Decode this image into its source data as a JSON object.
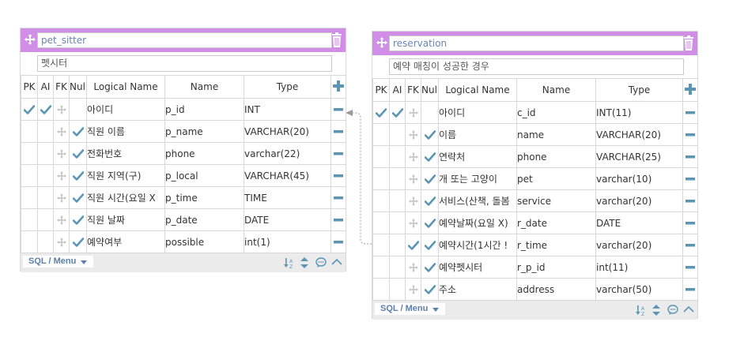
{
  "colors": {
    "title_bar": "#d08ee6",
    "accent": "#5a96b4",
    "gray_icon": "#bdbdbd",
    "footer_text": "#5c7fab",
    "panel_bg": "#ebebeb"
  },
  "headers": {
    "pk": "PK",
    "ai": "AI",
    "fk": "FK",
    "null": "Null",
    "logical": "Logical Name",
    "name": "Name",
    "type": "Type"
  },
  "tables": [
    {
      "name": "pet_sitter",
      "comment": "펫시터",
      "footer": {
        "sql_label": "SQL / Menu"
      },
      "rows": [
        {
          "pk": true,
          "ai": true,
          "fk": false,
          "null": false,
          "logical": "아이디",
          "name": "p_id",
          "type": "INT"
        },
        {
          "pk": false,
          "ai": false,
          "fk": false,
          "null": true,
          "logical": "직원 이름",
          "name": "p_name",
          "type": "VARCHAR(20)"
        },
        {
          "pk": false,
          "ai": false,
          "fk": false,
          "null": true,
          "logical": "전화번호",
          "name": "phone",
          "type": "varchar(22)"
        },
        {
          "pk": false,
          "ai": false,
          "fk": false,
          "null": true,
          "logical": "직원 지역(구)",
          "name": "p_local",
          "type": "VARCHAR(45)"
        },
        {
          "pk": false,
          "ai": false,
          "fk": false,
          "null": true,
          "logical": "직원 시간(요일 X",
          "name": "p_time",
          "type": "TIME"
        },
        {
          "pk": false,
          "ai": false,
          "fk": false,
          "null": true,
          "logical": "직원 날짜",
          "name": "p_date",
          "type": "DATE"
        },
        {
          "pk": false,
          "ai": false,
          "fk": false,
          "null": true,
          "logical": "예약여부",
          "name": "possible",
          "type": "int(1)"
        }
      ]
    },
    {
      "name": "reservation",
      "comment": "예약 매칭이 성공한 경우",
      "footer": {
        "sql_label": "SQL / Menu"
      },
      "rows": [
        {
          "pk": true,
          "ai": true,
          "fk": false,
          "null": false,
          "logical": "아이디",
          "name": "c_id",
          "type": "INT(11)"
        },
        {
          "pk": false,
          "ai": false,
          "fk": false,
          "null": true,
          "logical": "이름",
          "name": "name",
          "type": "VARCHAR(20)"
        },
        {
          "pk": false,
          "ai": false,
          "fk": false,
          "null": true,
          "logical": "연락처",
          "name": "phone",
          "type": "VARCHAR(25)"
        },
        {
          "pk": false,
          "ai": false,
          "fk": false,
          "null": true,
          "logical": "개 또는 고양이",
          "name": "pet",
          "type": "varchar(10)"
        },
        {
          "pk": false,
          "ai": false,
          "fk": false,
          "null": true,
          "logical": "서비스(산책, 돌봄",
          "name": "service",
          "type": "varchar(20)"
        },
        {
          "pk": false,
          "ai": false,
          "fk": false,
          "null": true,
          "logical": "예약날짜(요일 X)",
          "name": "r_date",
          "type": "DATE"
        },
        {
          "pk": false,
          "ai": false,
          "fk": true,
          "null": true,
          "logical": "예약시간(1시간 !",
          "name": "r_time",
          "type": "varchar(20)"
        },
        {
          "pk": false,
          "ai": false,
          "fk": false,
          "null": true,
          "logical": "예약펫시터",
          "name": "r_p_id",
          "type": "int(11)"
        },
        {
          "pk": false,
          "ai": false,
          "fk": false,
          "null": true,
          "logical": "주소",
          "name": "address",
          "type": "varchar(50)"
        }
      ]
    }
  ],
  "relation": {
    "from_table": "reservation",
    "from_field": "r_time",
    "to_table": "pet_sitter",
    "to_field": "p_id"
  }
}
